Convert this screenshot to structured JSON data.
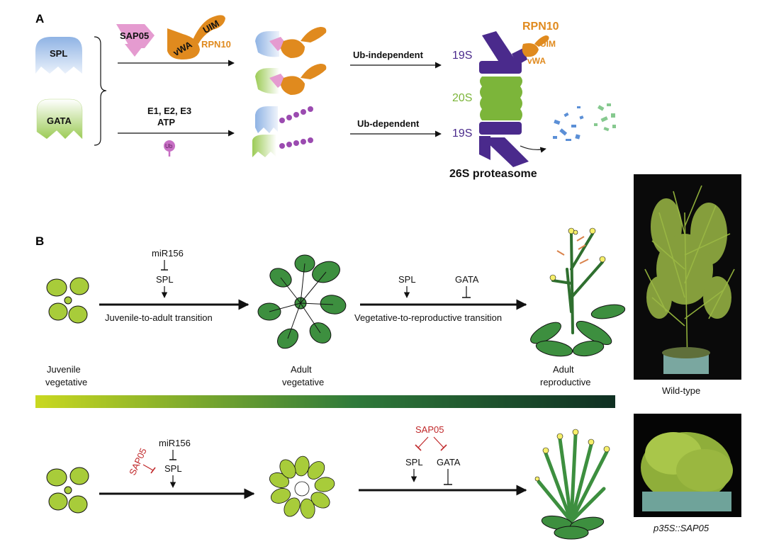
{
  "panel_a": {
    "label": "A",
    "spl": "SPL",
    "gata": "GATA",
    "sap05": "SAP05",
    "vwa": "vWA",
    "uim": "UIM",
    "rpn10": "RPN10",
    "e_enzymes": "E1, E2, E3",
    "atp": "ATP",
    "ub": "Ub",
    "ub_independent": "Ub-independent",
    "ub_dependent": "Ub-dependent",
    "s19_top": "19S",
    "s20": "20S",
    "s19_bottom": "19S",
    "proteasome_rpn10": "RPN10",
    "proteasome_uim": "UIM",
    "proteasome_vwa": "vWA",
    "proteasome_label": "26S proteasome"
  },
  "panel_b": {
    "label": "B",
    "top": {
      "mir156": "miR156",
      "spl_1": "SPL",
      "transition_1": "Juvenile-to-adult transition",
      "spl_2": "SPL",
      "gata": "GATA",
      "transition_2": "Vegetative-to-reproductive transition",
      "stage_1_line1": "Juvenile",
      "stage_1_line2": "vegetative",
      "stage_2_line1": "Adult",
      "stage_2_line2": "vegetative",
      "stage_3_line1": "Adult",
      "stage_3_line2": "reproductive",
      "photo_caption": "Wild-type"
    },
    "bottom": {
      "sap05_side": "SAP05",
      "mir156": "miR156",
      "spl_1": "SPL",
      "sap05_top": "SAP05",
      "spl_2": "SPL",
      "gata": "GATA",
      "photo_caption": "p35S::SAP05"
    },
    "gradient_colors": [
      "#c9d820",
      "#2f7a3a",
      "#0f2f22"
    ]
  }
}
